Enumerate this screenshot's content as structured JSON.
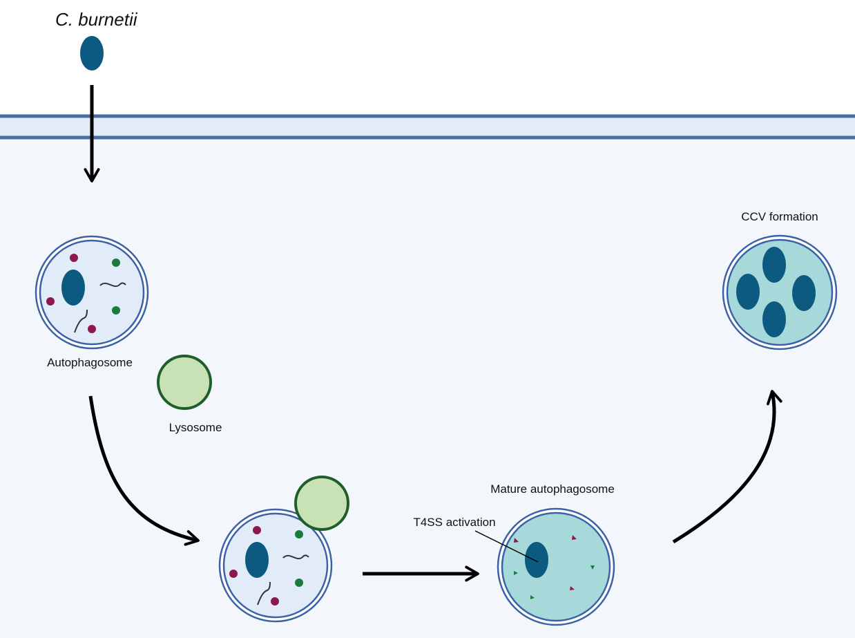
{
  "labels": {
    "organism": "C. burnetii",
    "autophagosome": "Autophagosome",
    "lysosome": "Lysosome",
    "mature_autophagosome": "Mature autophagosome",
    "t4ss_activation": "T4SS activation",
    "ccv_formation": "CCV formation"
  },
  "colors": {
    "cytoplasm": "#f3f7fc",
    "membrane_band": "#e3ecf7",
    "membrane_line": "#4a6fa3",
    "bacterium": "#0d5a80",
    "vesicle_outline": "#3b62a6",
    "vesicle_fill_early": "#e2ebf8",
    "vesicle_fill_mature": "#a7d8da",
    "lysosome_fill": "#c8e2b5",
    "lysosome_outline": "#1e5e2a",
    "cargo_red": "#8b1a48",
    "cargo_green": "#1b7a3e",
    "arrow": "#000000"
  }
}
